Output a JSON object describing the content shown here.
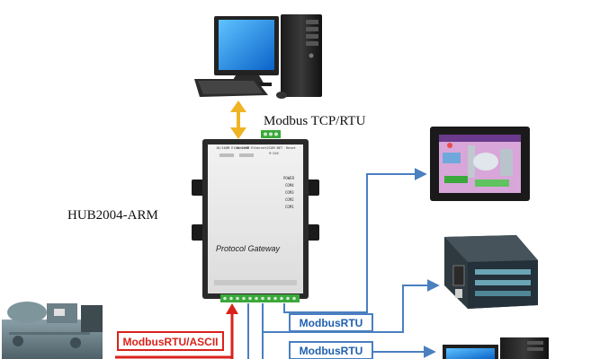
{
  "labels": {
    "protocol_top": "Modbus TCP/RTU",
    "gateway_model": "HUB2004-ARM",
    "gateway_caption": "Protocol Gateway",
    "modbus_ascii": "ModbusRTU/ASCII",
    "modbus_rtu_1": "ModbusRTU",
    "modbus_rtu_2": "ModbusRTU"
  },
  "gateway_panel": {
    "eth1": "10/100M Ethernet1",
    "eth2": "10/100M Ethernet2",
    "com": "COM NET",
    "power_in": "9~24V",
    "reset": "Reset",
    "leds": [
      "POWER",
      "COM4",
      "COM3",
      "COM2",
      "COM1"
    ]
  },
  "colors": {
    "arrow_top": "#f0b323",
    "arrow_ascii": "#d9221b",
    "arrow_rtu": "#4a7fc0",
    "gateway_body": "#e8e8e8",
    "terminal": "#3aa83a"
  },
  "icons": [
    "desktop-computer-icon",
    "hmi-touchscreen-icon",
    "plc-module-icon",
    "compressor-machine-icon",
    "monitor-icon"
  ]
}
